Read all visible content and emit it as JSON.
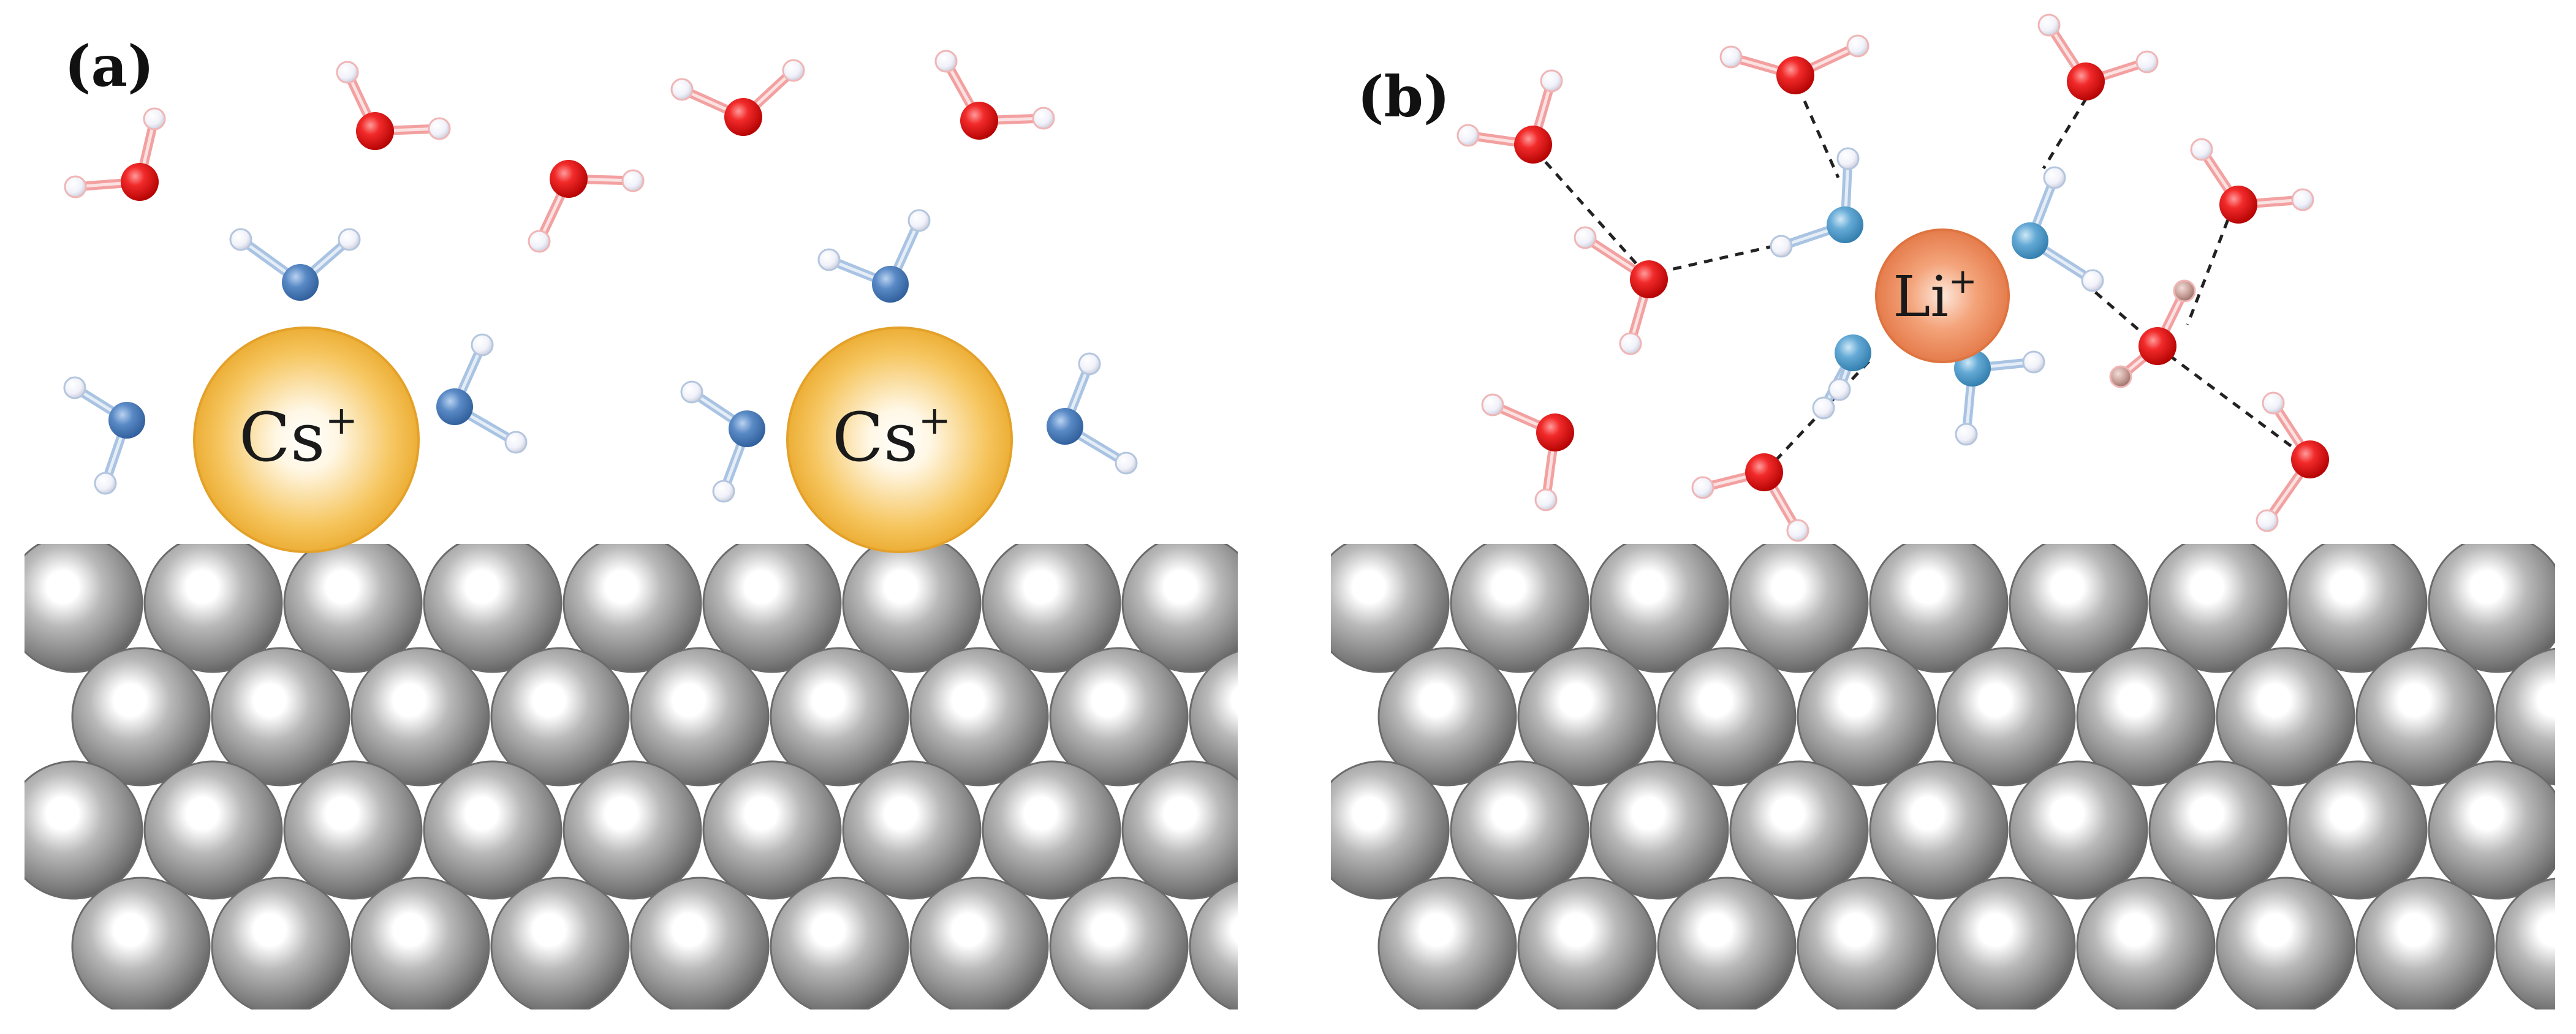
{
  "panels": [
    {
      "id": "a",
      "label": "(a)",
      "cations": [
        {
          "symbol": "Cs",
          "charge": "+"
        },
        {
          "symbol": "Cs",
          "charge": "+"
        }
      ]
    },
    {
      "id": "b",
      "label": "(b)",
      "cations": [
        {
          "symbol": "Li",
          "charge": "+"
        }
      ]
    }
  ],
  "colors": {
    "free_water_oxygen": "#e8161e",
    "hydration_water_oxygen_cs": "#4f80c0",
    "hydration_water_oxygen_li": "#5aa0cc",
    "hydrogen": "#f3f4fb",
    "cs_cation": "#f4b942",
    "li_cation": "#ec8a5a",
    "electrode_atom": "#8f8f8f",
    "hydrogen_bond": "#222222"
  }
}
